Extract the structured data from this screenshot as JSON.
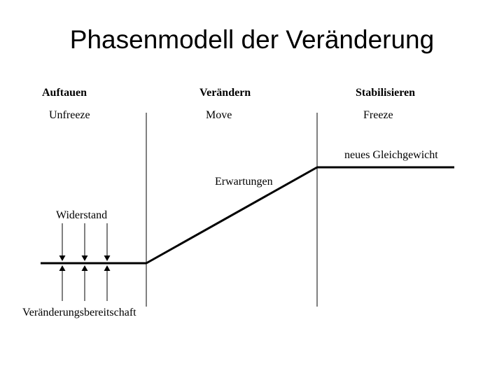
{
  "title": "Phasenmodell der Veränderung",
  "phases": [
    {
      "label": "Auftauen",
      "sub": "Unfreeze"
    },
    {
      "label": "Verändern",
      "sub": "Move"
    },
    {
      "label": "Stabilisieren",
      "sub": "Freeze"
    }
  ],
  "labels": {
    "equilibrium": "neues Gleichgewicht",
    "expectations": "Erwartungen",
    "resistance": "Widerstand",
    "readiness": "Veränderungsbereitschaft"
  }
}
